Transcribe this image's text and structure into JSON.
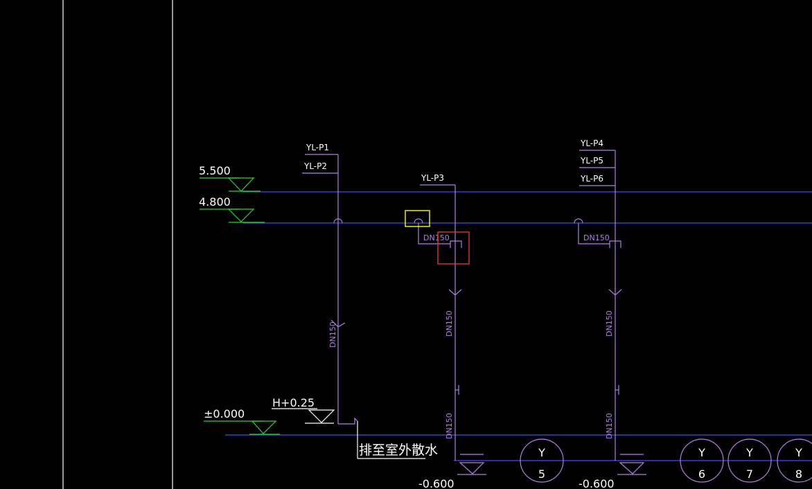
{
  "colors": {
    "background": "#000000",
    "frame_line": "#ffffff",
    "floor_line": "#4a4af5",
    "pipe": "#b27fe8",
    "level_marker": "#2cd62c",
    "level_text": "#ffffff",
    "highlight_yellow": "#ffff00",
    "highlight_red": "#e03a2a"
  },
  "levels": {
    "roof": "5.500",
    "upper": "4.800",
    "ground": "±0.000",
    "outlet": "H+0.25",
    "base_left": "-0.600",
    "base_right": "-0.600"
  },
  "pipe_labels": {
    "p1": "YL-P1",
    "p2": "YL-P2",
    "p3": "YL-P3",
    "p4": "YL-P4",
    "p5": "YL-P5",
    "p6": "YL-P6"
  },
  "sizes": {
    "a": "DN150",
    "b": "DN150",
    "c": "DN150",
    "d": "DN150",
    "e": "DN150",
    "f": "DN150",
    "g": "DN150"
  },
  "discharge_note": "排至室外散水",
  "grid_bubbles": [
    {
      "letter": "Y",
      "number": "5"
    },
    {
      "letter": "Y",
      "number": "6"
    },
    {
      "letter": "Y",
      "number": "7"
    },
    {
      "letter": "Y",
      "number": "8"
    }
  ]
}
